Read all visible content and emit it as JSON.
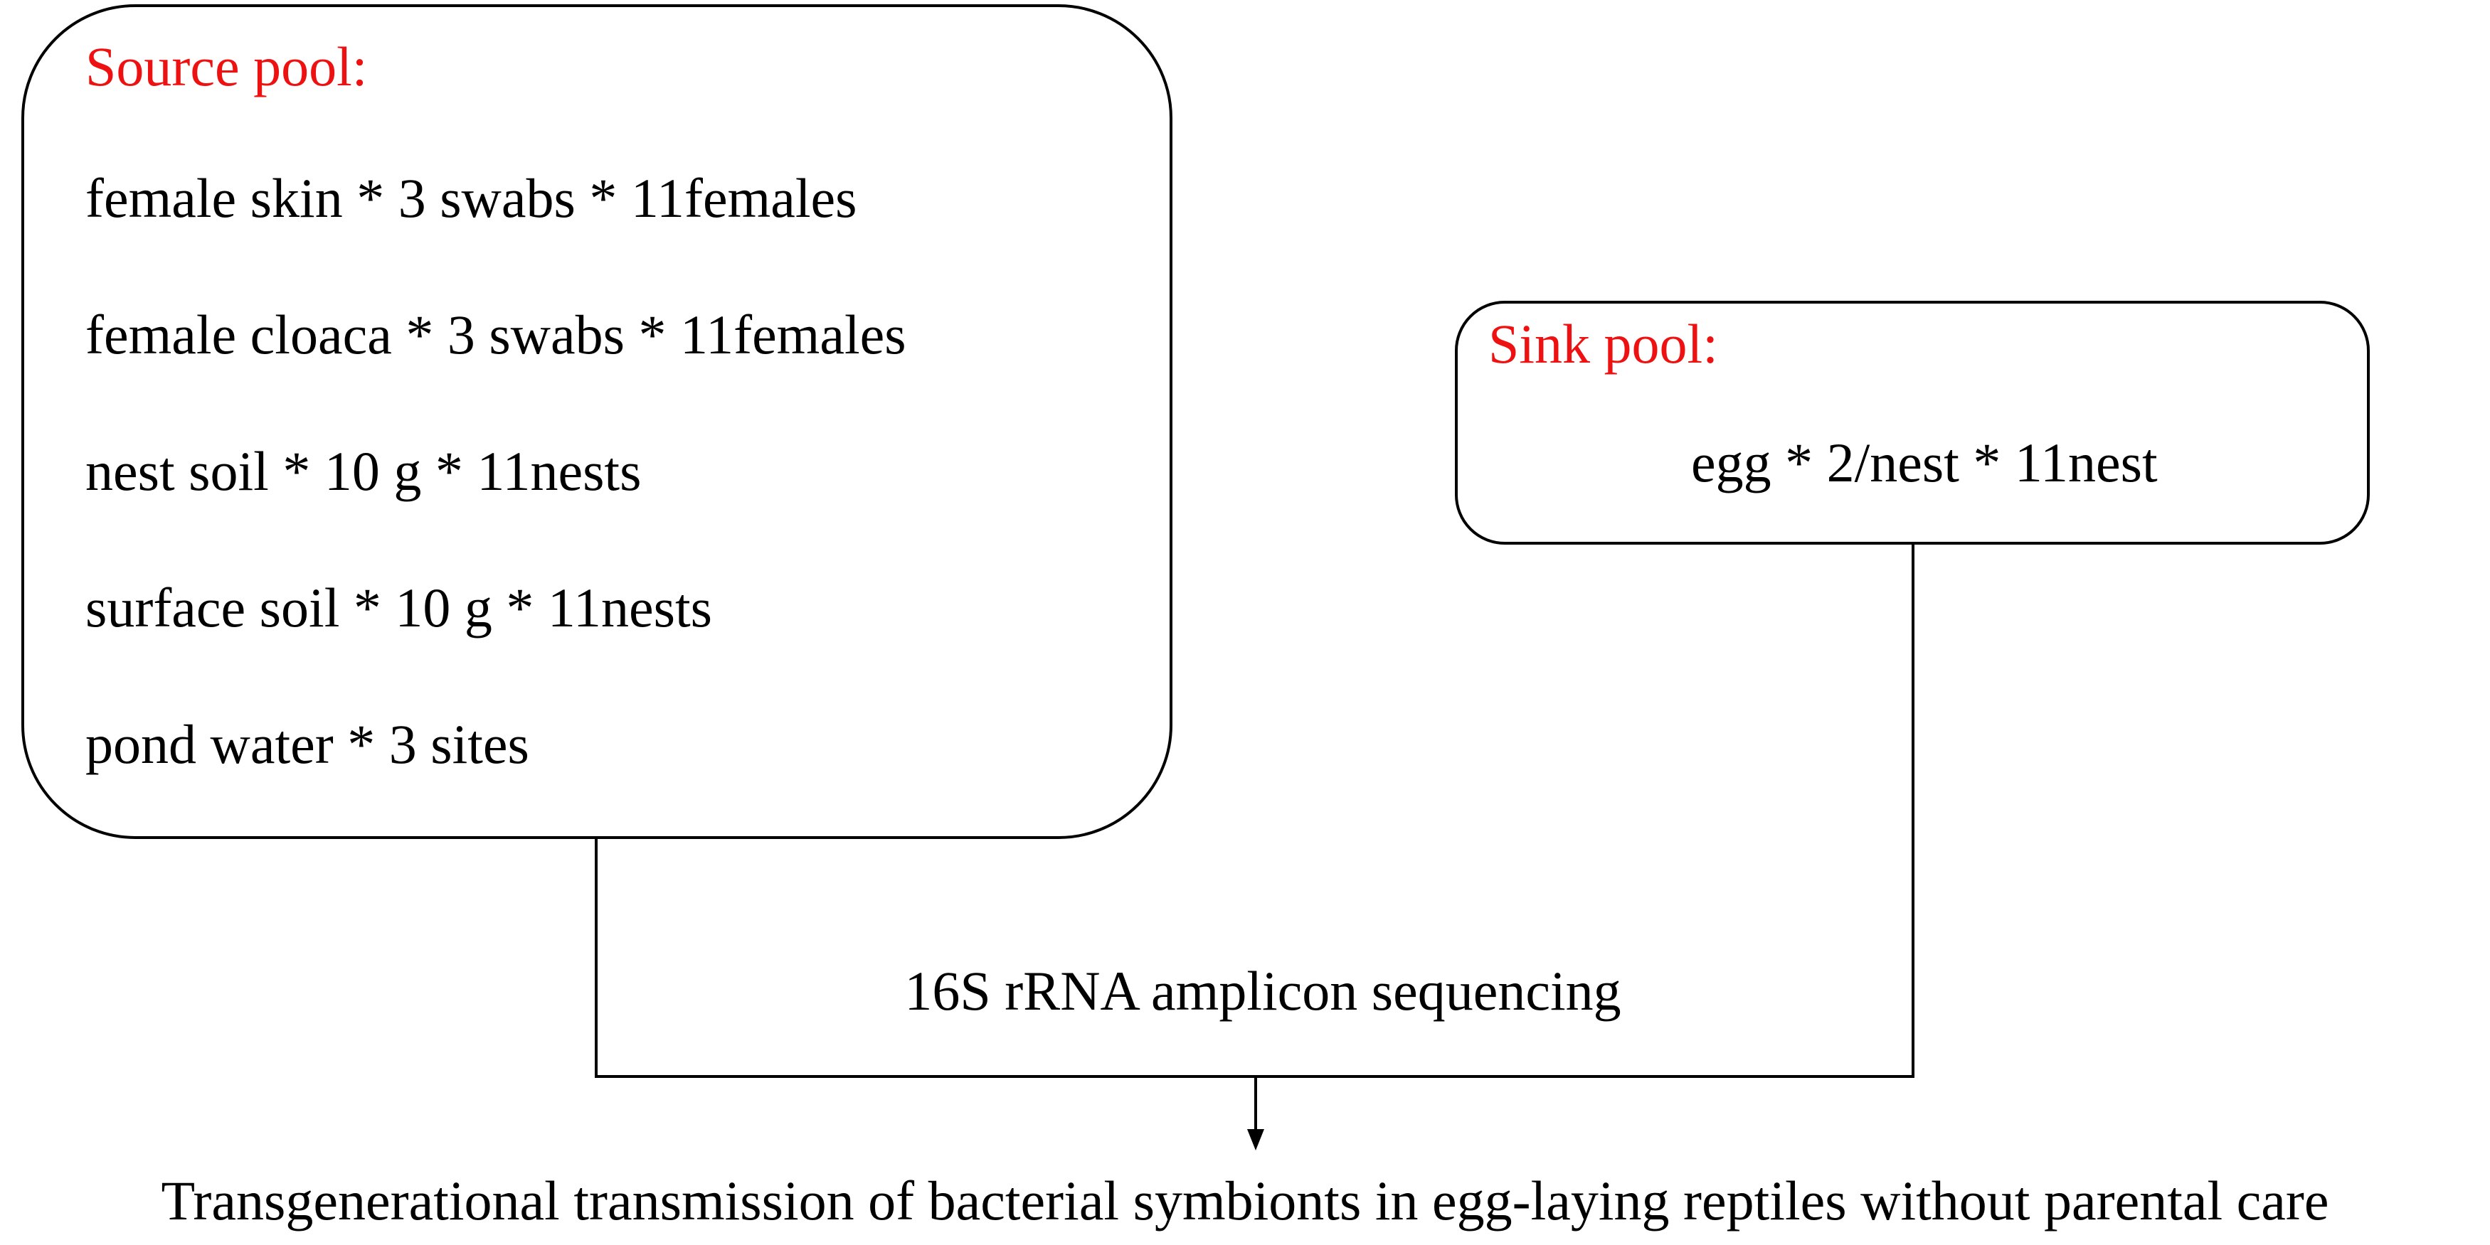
{
  "colors": {
    "heading": "#ee1111",
    "text": "#000000",
    "lines": "#000000"
  },
  "source_pool": {
    "title": "Source pool:",
    "items": [
      "female skin * 3 swabs * 11females",
      "female cloaca * 3 swabs * 11females",
      "nest soil * 10 g * 11nests",
      "surface soil * 10 g * 11nests",
      "pond water * 3 sites"
    ]
  },
  "sink_pool": {
    "title": "Sink pool:",
    "items": [
      "egg * 2/nest * 11nest"
    ]
  },
  "method": "16S rRNA amplicon sequencing",
  "outcome": "Transgenerational transmission of bacterial symbionts in egg-laying reptiles without parental care"
}
